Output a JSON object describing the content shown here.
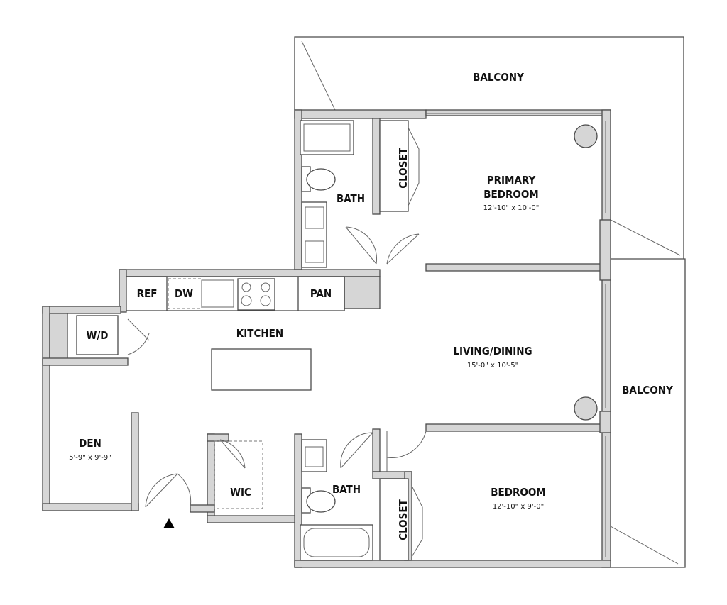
{
  "rooms": {
    "balcony_top": {
      "label": "BALCONY"
    },
    "balcony_right": {
      "label": "BALCONY"
    },
    "primary_bedroom": {
      "label_line1": "PRIMARY",
      "label_line2": "BEDROOM",
      "dimensions": "12'-10\" x 10'-0\""
    },
    "bath_top": {
      "label": "BATH"
    },
    "closet_top": {
      "label": "CLOSET"
    },
    "kitchen": {
      "label": "KITCHEN"
    },
    "living_dining": {
      "label": "LIVING/DINING",
      "dimensions": "15'-0\" x 10'-5\""
    },
    "den": {
      "label": "DEN",
      "dimensions": "5'-9\" x 9'-9\""
    },
    "wic": {
      "label": "WIC"
    },
    "bath_bottom": {
      "label": "BATH"
    },
    "closet_bottom": {
      "label": "CLOSET"
    },
    "bedroom": {
      "label": "BEDROOM",
      "dimensions": "12'-10\" x 9'-0\""
    }
  },
  "fixtures": {
    "ref": "REF",
    "dw": "DW",
    "pan": "PAN",
    "wd": "W/D"
  }
}
